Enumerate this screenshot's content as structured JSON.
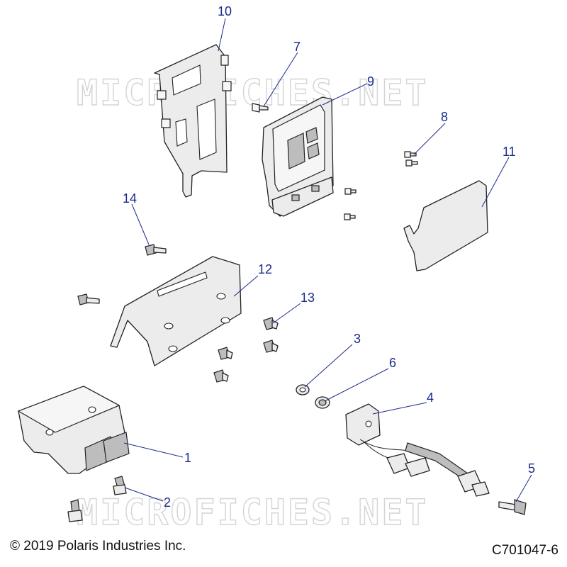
{
  "watermark": "MICROFICHES.NET",
  "callouts": [
    {
      "id": "1",
      "label": "1"
    },
    {
      "id": "2",
      "label": "2"
    },
    {
      "id": "3",
      "label": "3"
    },
    {
      "id": "4",
      "label": "4"
    },
    {
      "id": "5",
      "label": "5"
    },
    {
      "id": "6",
      "label": "6"
    },
    {
      "id": "7",
      "label": "7"
    },
    {
      "id": "8",
      "label": "8"
    },
    {
      "id": "9",
      "label": "9"
    },
    {
      "id": "10",
      "label": "10"
    },
    {
      "id": "11",
      "label": "11"
    },
    {
      "id": "12",
      "label": "12"
    },
    {
      "id": "13",
      "label": "13"
    },
    {
      "id": "14",
      "label": "14"
    }
  ],
  "footer": {
    "copyright": "© 2019 Polaris Industries Inc.",
    "diagram_code": "C701047-6"
  }
}
